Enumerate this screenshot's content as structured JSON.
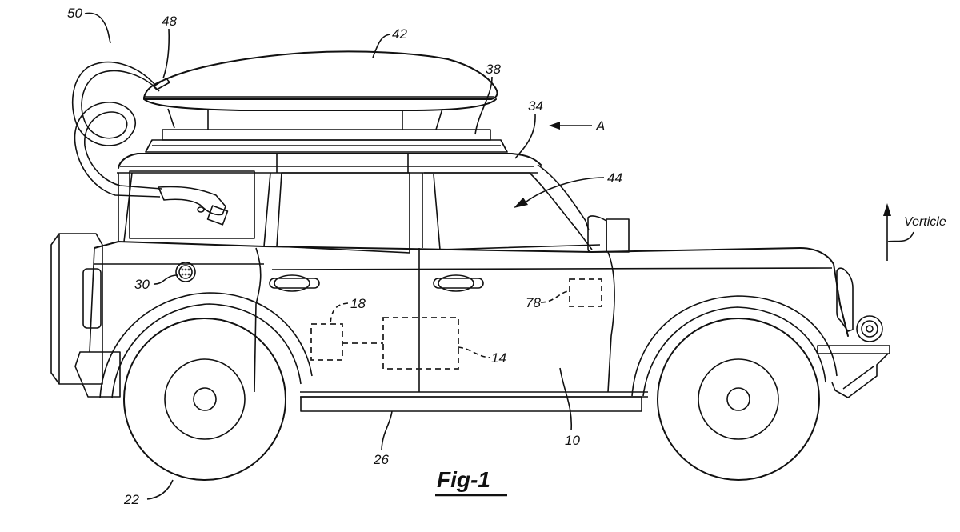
{
  "figure": {
    "title": "Fig-1",
    "type": "patent line drawing",
    "subject": "sport utility vehicle with roof-mounted cargo box and charging cable"
  },
  "reference_labels": [
    {
      "id": "label-50",
      "text": "50",
      "refers_to": "charging cable"
    },
    {
      "id": "label-48",
      "text": "48",
      "refers_to": "cable port on roof box"
    },
    {
      "id": "label-42",
      "text": "42",
      "refers_to": "roof cargo box"
    },
    {
      "id": "label-38",
      "text": "38",
      "refers_to": "roof rack"
    },
    {
      "id": "label-34",
      "text": "34",
      "refers_to": "roof"
    },
    {
      "id": "label-44",
      "text": "44",
      "refers_to": "windshield / cabin"
    },
    {
      "id": "label-30",
      "text": "30",
      "refers_to": "charge port"
    },
    {
      "id": "label-18",
      "text": "18",
      "refers_to": "module (dashed box)"
    },
    {
      "id": "label-14",
      "text": "14",
      "refers_to": "module (dashed box)"
    },
    {
      "id": "label-78",
      "text": "78",
      "refers_to": "module (dashed box)"
    },
    {
      "id": "label-10",
      "text": "10",
      "refers_to": "vehicle"
    },
    {
      "id": "label-26",
      "text": "26",
      "refers_to": "side step / rocker"
    },
    {
      "id": "label-22",
      "text": "22",
      "refers_to": "wheel"
    }
  ],
  "annotations": {
    "direction_arrow_label": "A",
    "vertical_axis_label": "Verticle"
  },
  "colors": {
    "line": "#111111",
    "background": "#ffffff"
  }
}
